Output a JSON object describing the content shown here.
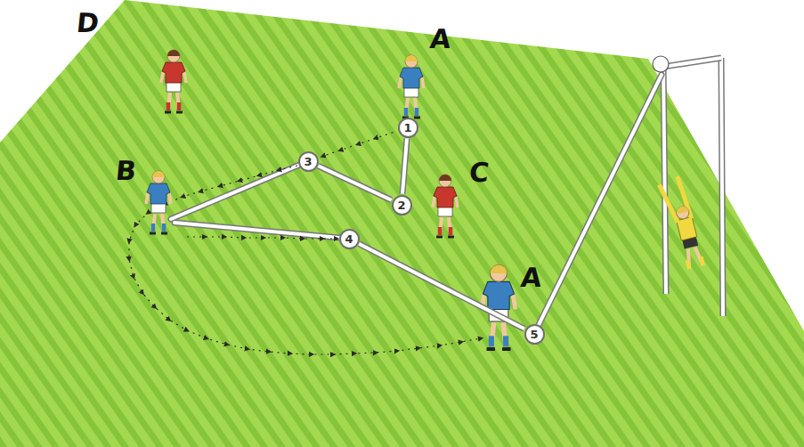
{
  "diagram": {
    "nodes": [
      {
        "text": [
          "1"
        ]
      },
      {
        "text": [
          "2"
        ]
      },
      {
        "text": [
          "3"
        ]
      },
      {
        "text": [
          "4"
        ]
      },
      {
        "text": [
          "5"
        ]
      }
    ],
    "edges": [
      {
        "from": 0,
        "to": 1,
        "arrow": "none"
      },
      {
        "from": 1,
        "to": 2,
        "arrow": "none"
      },
      {
        "from": 0,
        "to": 2,
        "arrow": "to"
      },
      {
        "from": 3,
        "to": 4,
        "arrow": "none"
      }
    ],
    "labels": [
      "D",
      "A",
      "B",
      "C",
      "A"
    ]
  }
}
